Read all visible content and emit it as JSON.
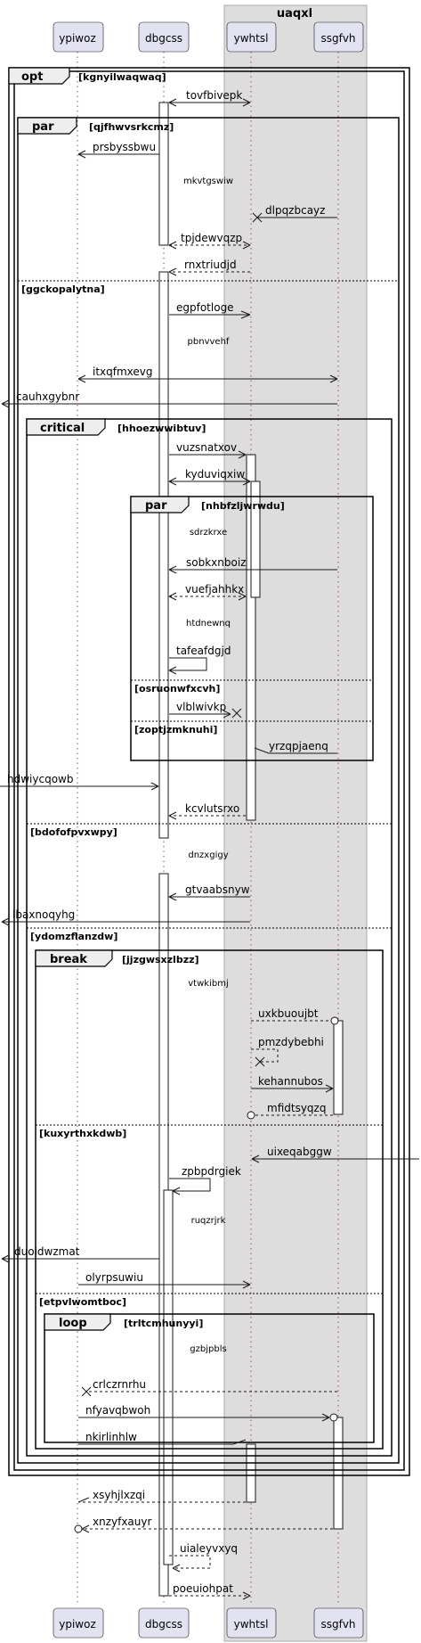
{
  "box_title": "uaqxl",
  "participants": [
    {
      "id": "ypiwoz",
      "label": "ypiwoz"
    },
    {
      "id": "dbgcss",
      "label": "dbgcss"
    },
    {
      "id": "ywhtsl",
      "label": "ywhtsl"
    },
    {
      "id": "ssgfvh",
      "label": "ssgfvh"
    }
  ],
  "fragments": [
    {
      "kind": "opt",
      "guard": "[kgnyilwaqwaq]"
    },
    {
      "kind": "par",
      "guard": "[qjfhwvsrkcmz]",
      "else_guards": [
        "[ggckopalytna]"
      ]
    },
    {
      "kind": "critical",
      "guard": "[hhoezwwibtuv]",
      "else_guards": [
        "[bdofofpvxwpy]",
        "[ydomzflanzdw]"
      ]
    },
    {
      "kind": "par",
      "guard": "[nhbfzljwrwdu]",
      "else_guards": [
        "[osruonwfxcvh]",
        "[zoptjzmknuhi]"
      ]
    },
    {
      "kind": "break",
      "guard": "[jjzgwsxzlbzz]",
      "else_guards": [
        "[kuxyrthxkdwb]",
        "[etpvlwomtboc]"
      ]
    },
    {
      "kind": "loop",
      "guard": "[trltcmhunyyi]"
    }
  ],
  "messages": [
    "tovfbivepk",
    "prsbyssbwu",
    "dlpqzbcayz",
    "tpjdewvqzp",
    "rnxtriudjd",
    "egpfotloge",
    "itxqfmxevg",
    "cauhxgybnr",
    "vuzsnatxov",
    "kyduviqxiw",
    "sobkxnboiz",
    "vuefjahhkx",
    "tafeafdgjd",
    "vlblwivkp",
    "yrzqpjaenq",
    "hdwiycqowb",
    "kcvlutsrxo",
    "gtvaabsnyw",
    "lbaxnoqyhg",
    "uxkbuoujbt",
    "pmzdybebhi",
    "kehannubos",
    "mfidtsyqzq",
    "uixeqabggw",
    "zpbpdrgiek",
    "duoidwzmat",
    "olyrpsuwiu",
    "crlczrnrhu",
    "nfyavqbwoh",
    "nkirlinhlw",
    "xsyhjlxzqi",
    "xnzyfxauyr",
    "uialeyvxyq",
    "poeuiohpat"
  ],
  "dividers": [
    "mkvtgswiw",
    "pbnvvehf",
    "sdrzkrxe",
    "htdnewnq",
    "dnzxgigy",
    "vtwkibmj",
    "ruqzrjrk",
    "gzbjpbls"
  ]
}
